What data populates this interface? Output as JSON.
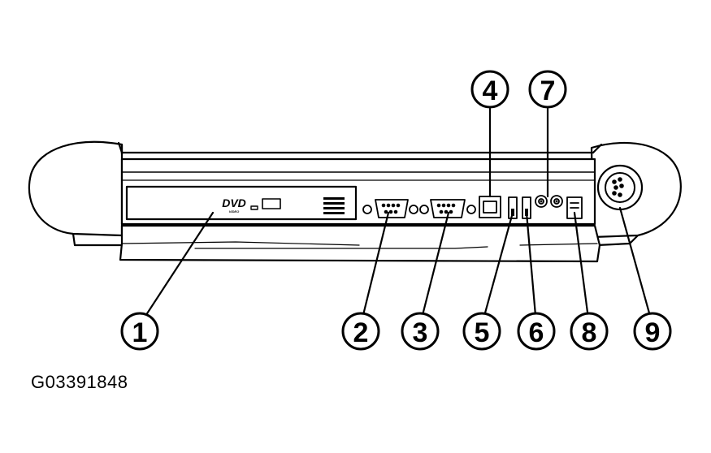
{
  "figure_id": "G03391848",
  "callouts": [
    "1",
    "2",
    "3",
    "4",
    "5",
    "6",
    "7",
    "8",
    "9"
  ],
  "device_marks": {
    "dvd_logo": "DVD",
    "dvd_sub": "VIDEO"
  }
}
